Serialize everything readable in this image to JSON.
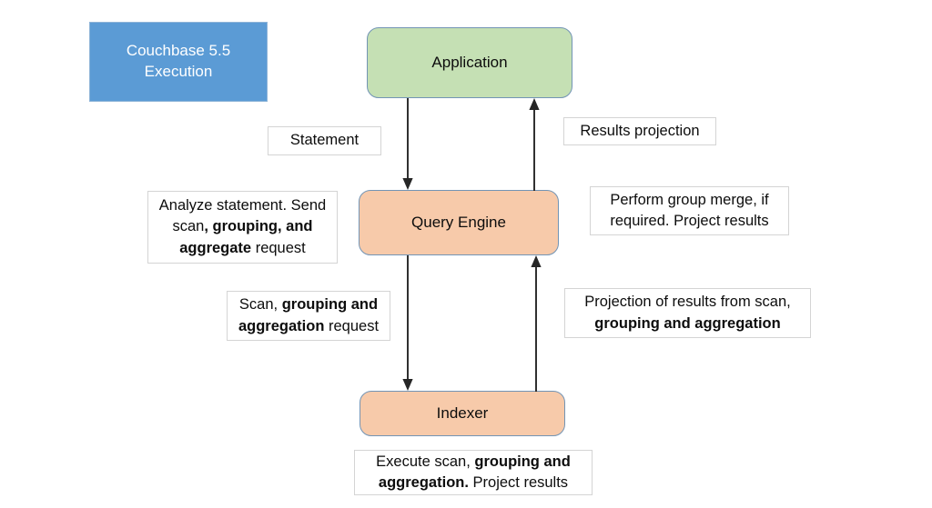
{
  "diagram": {
    "title_box": {
      "label": "Couchbase 5.5\nExecution",
      "color": "#5b9bd5",
      "text_color": "#ffffff"
    },
    "nodes": [
      {
        "id": "application",
        "label": "Application",
        "color": "#c5e0b4"
      },
      {
        "id": "query-engine",
        "label": "Query Engine",
        "color": "#f7caaa"
      },
      {
        "id": "indexer",
        "label": "Indexer",
        "color": "#f7caaa"
      }
    ],
    "notes": [
      {
        "id": "statement",
        "parts": [
          {
            "text": "Statement",
            "bold": false
          }
        ]
      },
      {
        "id": "results-projection",
        "parts": [
          {
            "text": "Results projection",
            "bold": false
          }
        ]
      },
      {
        "id": "analyze-statement",
        "parts": [
          {
            "text": "Analyze statement. Send scan",
            "bold": false
          },
          {
            "text": ", grouping, and aggregate",
            "bold": true
          },
          {
            "text": " request",
            "bold": false
          }
        ]
      },
      {
        "id": "perform-group-merge",
        "parts": [
          {
            "text": "Perform group merge, if required. Project results",
            "bold": false
          }
        ]
      },
      {
        "id": "scan-grouping-request",
        "parts": [
          {
            "text": "Scan, ",
            "bold": false
          },
          {
            "text": "grouping and aggregation",
            "bold": true
          },
          {
            "text": " request",
            "bold": false
          }
        ]
      },
      {
        "id": "projection-of-results",
        "parts": [
          {
            "text": "Projection of results from scan, ",
            "bold": false
          },
          {
            "text": "grouping and aggregation",
            "bold": true
          }
        ]
      },
      {
        "id": "execute-scan",
        "parts": [
          {
            "text": "Execute scan, ",
            "bold": false
          },
          {
            "text": "grouping and aggregation.",
            "bold": true
          },
          {
            "text": " Project results",
            "bold": false
          }
        ]
      }
    ],
    "arrows": [
      {
        "id": "application-to-query-engine",
        "direction": "down"
      },
      {
        "id": "query-engine-to-application",
        "direction": "up"
      },
      {
        "id": "query-engine-to-indexer",
        "direction": "down"
      },
      {
        "id": "indexer-to-query-engine",
        "direction": "up"
      }
    ]
  }
}
